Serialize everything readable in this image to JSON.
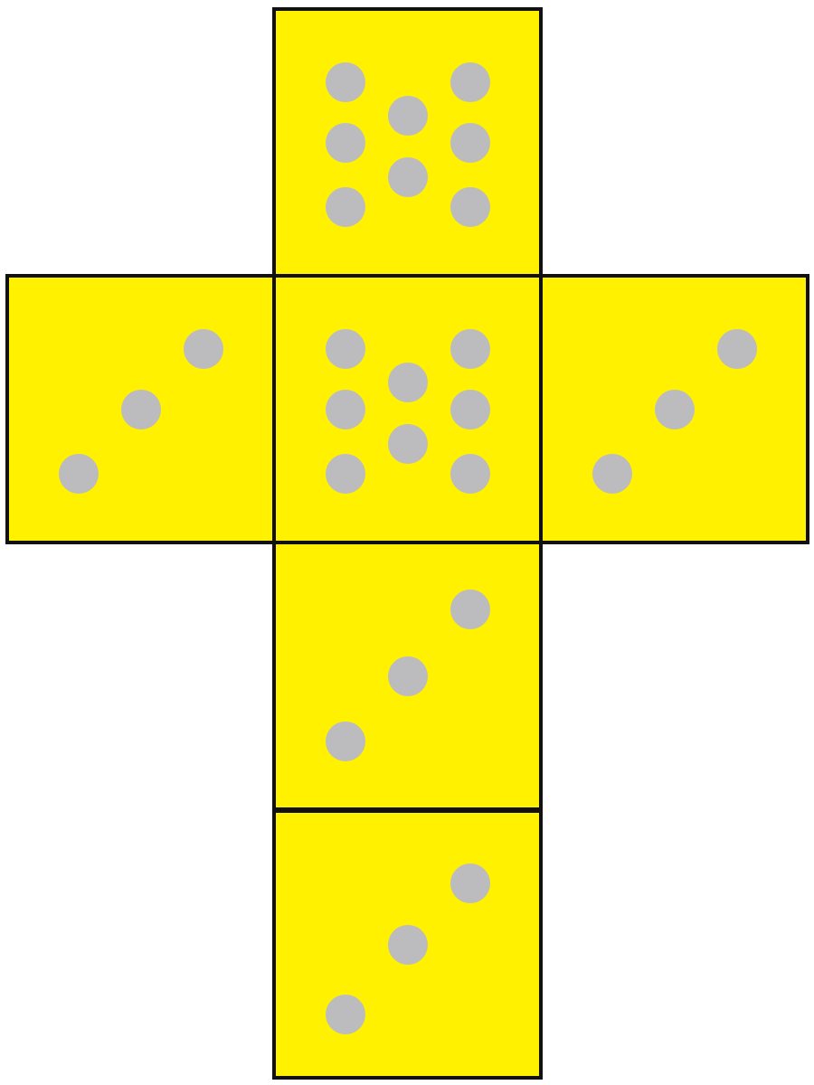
{
  "colors": {
    "face_fill": "#fff100",
    "face_border": "#111111",
    "pip": "#bcbcbe",
    "background": "#ffffff"
  },
  "cube_net": {
    "faces": [
      {
        "name": "top",
        "pips": 8
      },
      {
        "name": "left",
        "pips": 3
      },
      {
        "name": "center",
        "pips": 8
      },
      {
        "name": "right",
        "pips": 3
      },
      {
        "name": "lower",
        "pips": 3
      },
      {
        "name": "bottom",
        "pips": 3
      }
    ]
  }
}
